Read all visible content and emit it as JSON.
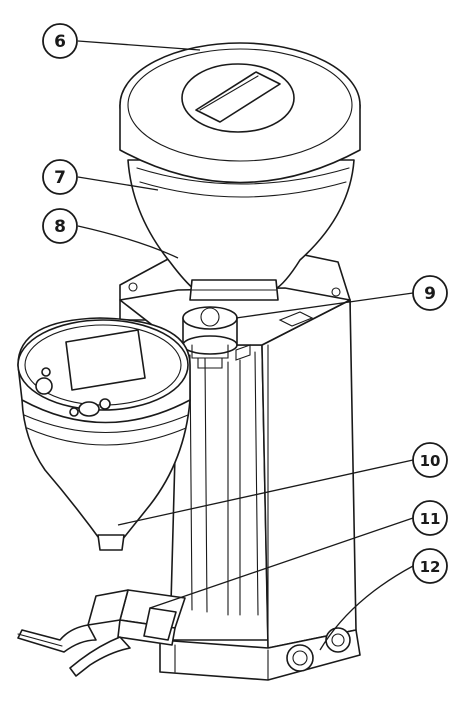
{
  "callouts": [
    {
      "id": "6",
      "label": "6"
    },
    {
      "id": "7",
      "label": "7"
    },
    {
      "id": "8",
      "label": "8"
    },
    {
      "id": "9",
      "label": "9"
    },
    {
      "id": "10",
      "label": "10"
    },
    {
      "id": "11",
      "label": "11"
    },
    {
      "id": "12",
      "label": "12"
    }
  ],
  "colors": {
    "line": "#1a1a1a",
    "fill": "#ffffff",
    "shade": "#e6e6e6"
  }
}
